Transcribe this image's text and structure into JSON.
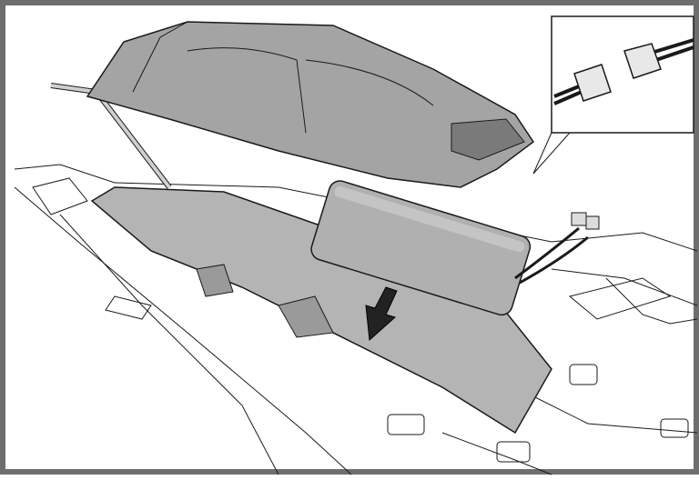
{
  "colors": {
    "frame": "#6e6e6e",
    "part_fill": "#a4a4a4",
    "bay_fill": "#b4b4b4",
    "outline": "#1a1a1a",
    "background": "#ffffff"
  },
  "illustration": {
    "steps": [
      "remove-canopy",
      "insert-battery",
      "connect-plugs"
    ]
  }
}
